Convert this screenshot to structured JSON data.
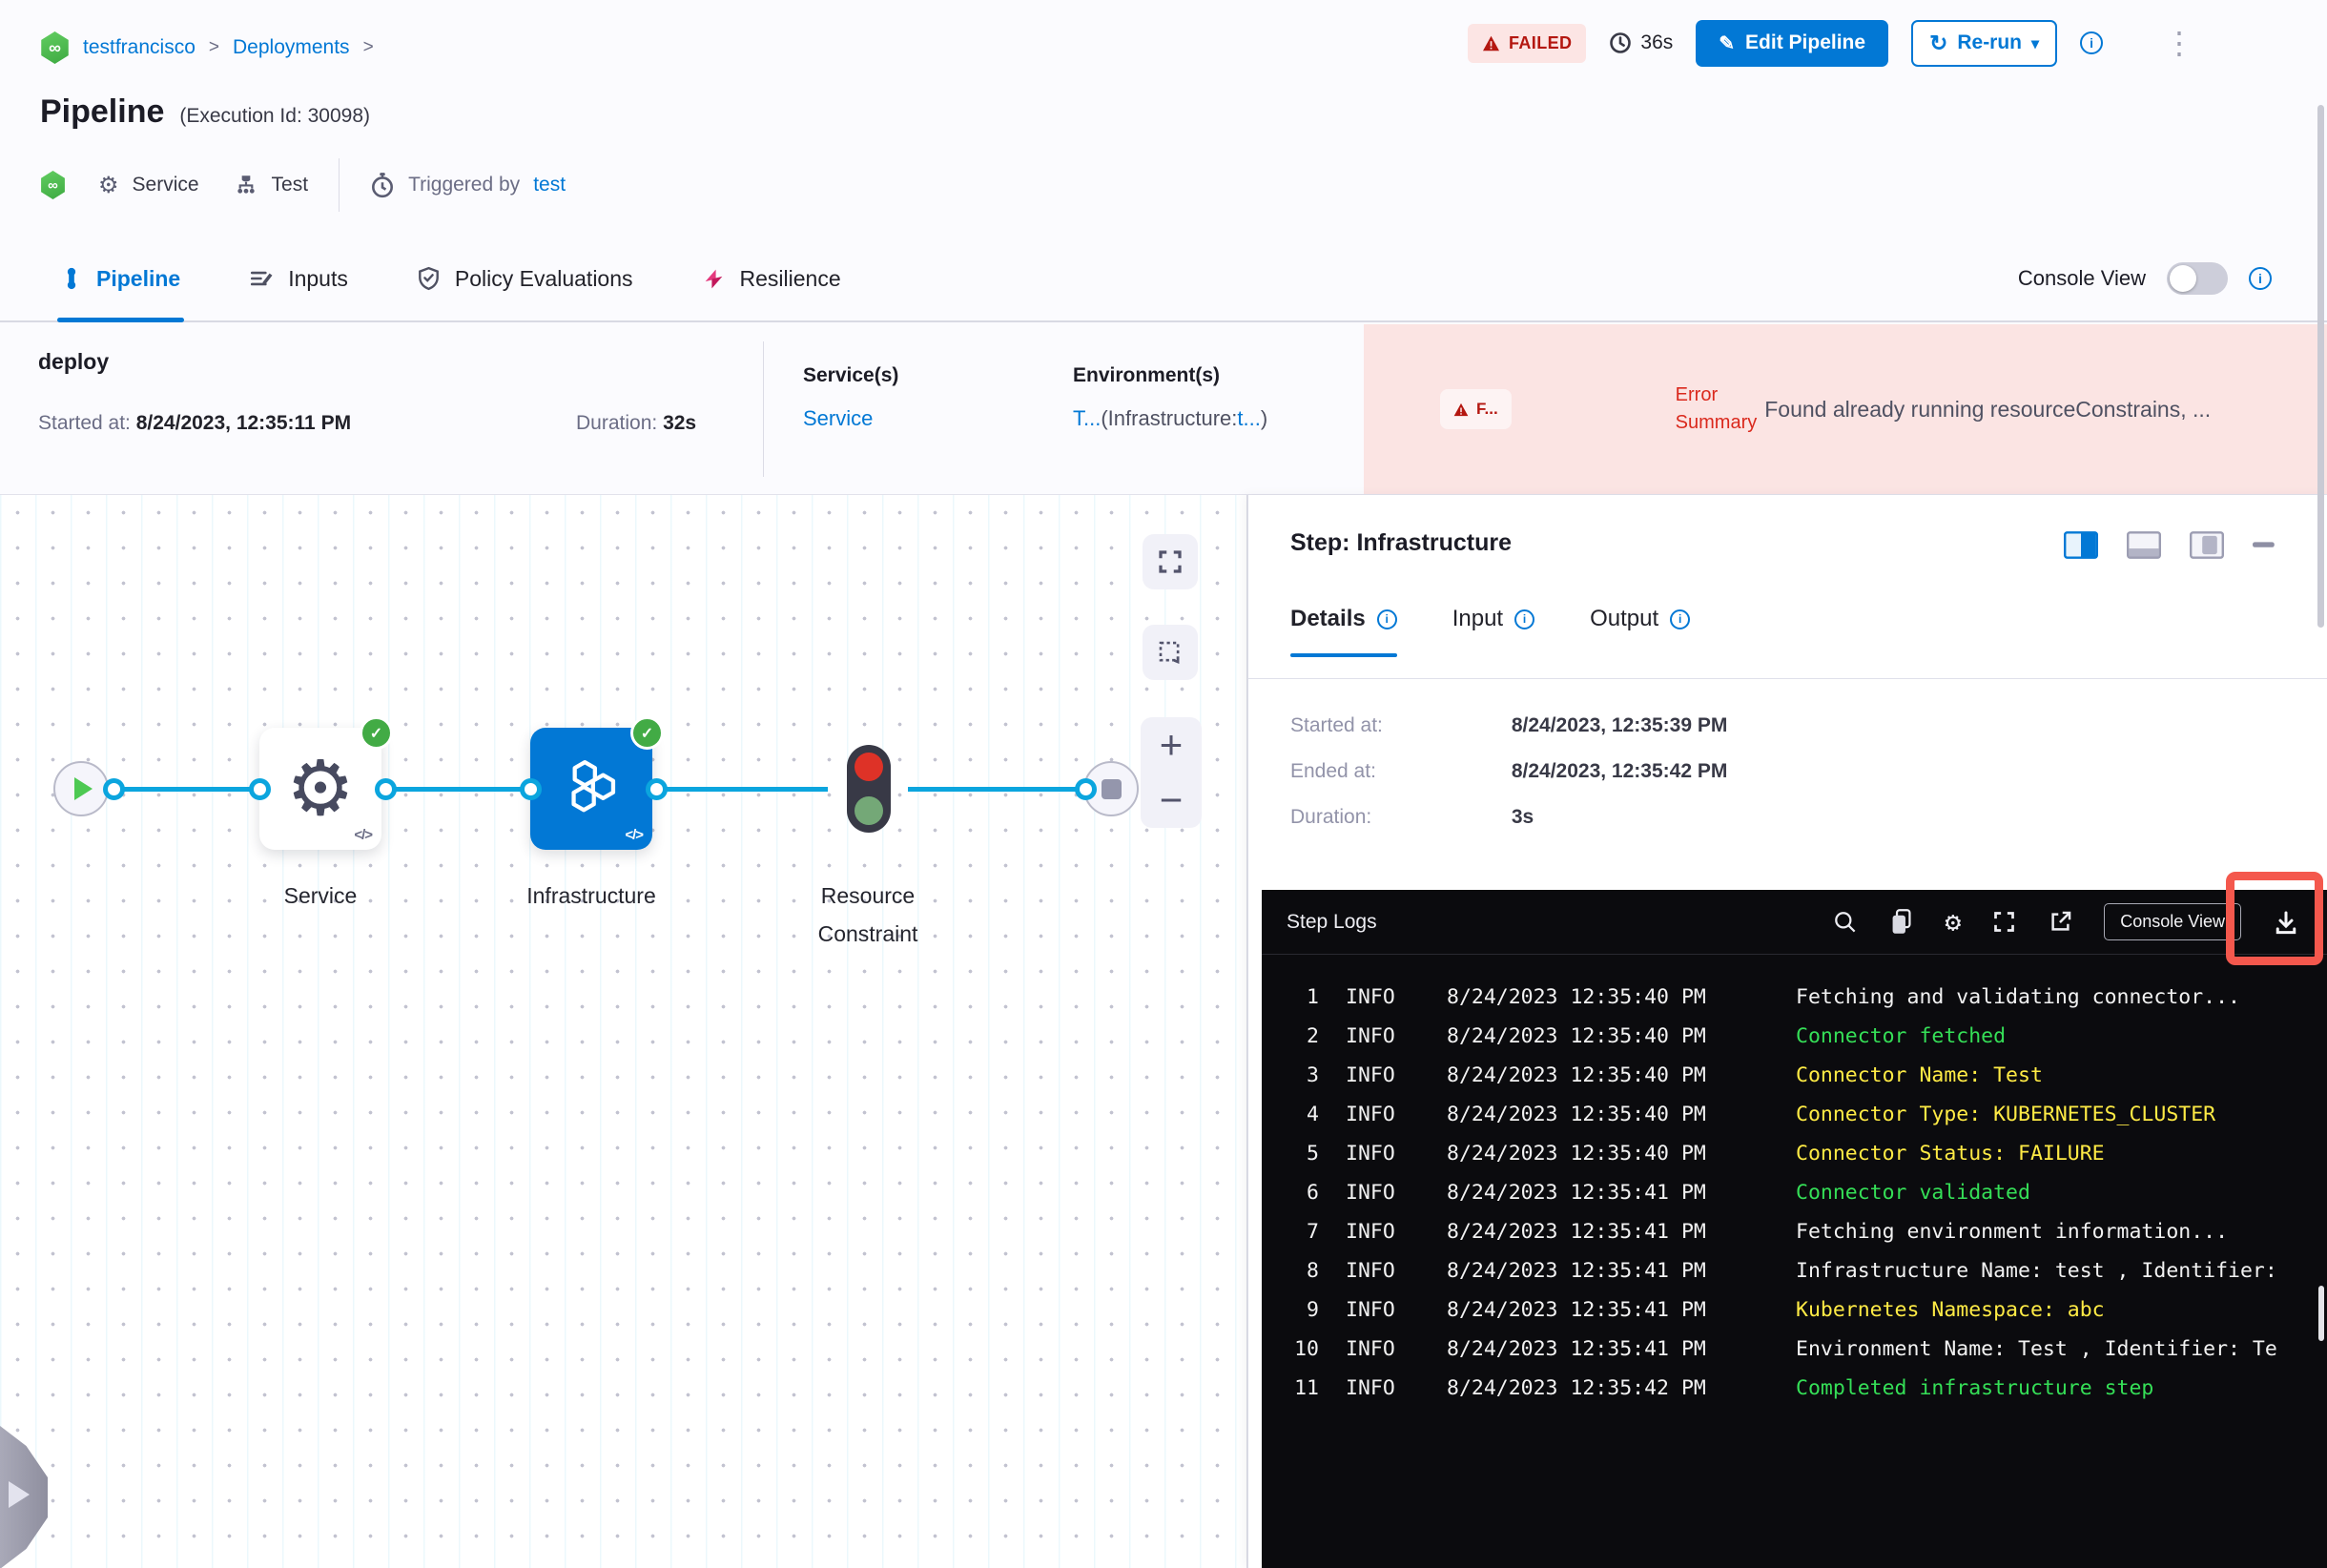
{
  "breadcrumb": {
    "project": "testfrancisco",
    "section": "Deployments",
    "sep": ">"
  },
  "topbar": {
    "status": "FAILED",
    "duration": "36s",
    "edit_label": "Edit Pipeline",
    "rerun_label": "Re-run"
  },
  "title": {
    "name": "Pipeline",
    "execution": "(Execution Id: 30098)",
    "service": "Service",
    "test": "Test",
    "triggered_label": "Triggered by",
    "triggered_user": "test"
  },
  "tabs": {
    "pipeline": "Pipeline",
    "inputs": "Inputs",
    "policy": "Policy Evaluations",
    "resilience": "Resilience",
    "console_view": "Console View"
  },
  "stage": {
    "name": "deploy",
    "started_label": "Started at:",
    "started": "8/24/2023, 12:35:11 PM",
    "duration_label": "Duration:",
    "duration": "32s",
    "services_label": "Service(s)",
    "service_link": "Service",
    "environments_label": "Environment(s)",
    "env_a": "T...",
    "env_b": "(Infrastructure:",
    "env_c": "t...",
    "env_d": ")"
  },
  "error": {
    "badge": "F...",
    "label_1": "Error",
    "label_2": "Summary",
    "message": "Found already running resourceConstrains, ..."
  },
  "graph": {
    "node_1": "Service",
    "node_2": "Infrastructure",
    "node_3_line1": "Resource",
    "node_3_line2": "Constraint"
  },
  "panel": {
    "title": "Step: Infrastructure",
    "tab_details": "Details",
    "tab_input": "Input",
    "tab_output": "Output",
    "started_label": "Started at:",
    "started": "8/24/2023, 12:35:39 PM",
    "ended_label": "Ended at:",
    "ended": "8/24/2023, 12:35:42 PM",
    "duration_label": "Duration:",
    "duration": "3s"
  },
  "logs": {
    "title": "Step Logs",
    "console_view": "Console View",
    "lines": [
      {
        "num": "1",
        "level": "INFO",
        "time": "8/24/2023 12:35:40 PM",
        "msg": "Fetching and validating connector...",
        "color": "white"
      },
      {
        "num": "2",
        "level": "INFO",
        "time": "8/24/2023 12:35:40 PM",
        "msg": "Connector fetched",
        "color": "green"
      },
      {
        "num": "3",
        "level": "INFO",
        "time": "8/24/2023 12:35:40 PM",
        "msg": "Connector Name: Test",
        "color": "yellow"
      },
      {
        "num": "4",
        "level": "INFO",
        "time": "8/24/2023 12:35:40 PM",
        "msg": "Connector Type: KUBERNETES_CLUSTER",
        "color": "yellow"
      },
      {
        "num": "5",
        "level": "INFO",
        "time": "8/24/2023 12:35:40 PM",
        "msg": "Connector Status: FAILURE",
        "color": "yellow"
      },
      {
        "num": "6",
        "level": "INFO",
        "time": "8/24/2023 12:35:41 PM",
        "msg": "Connector validated",
        "color": "green"
      },
      {
        "num": "7",
        "level": "INFO",
        "time": "8/24/2023 12:35:41 PM",
        "msg": "Fetching environment information...",
        "color": "white"
      },
      {
        "num": "8",
        "level": "INFO",
        "time": "8/24/2023 12:35:41 PM",
        "msg": "Infrastructure Name: test , Identifier:",
        "color": "white"
      },
      {
        "num": "9",
        "level": "INFO",
        "time": "8/24/2023 12:35:41 PM",
        "msg": "Kubernetes Namespace: abc",
        "color": "yellow"
      },
      {
        "num": "10",
        "level": "INFO",
        "time": "8/24/2023 12:35:41 PM",
        "msg": "Environment Name: Test , Identifier: Te",
        "color": "white"
      },
      {
        "num": "11",
        "level": "INFO",
        "time": "8/24/2023 12:35:42 PM",
        "msg": "Completed infrastructure step",
        "color": "green"
      }
    ]
  },
  "colors": {
    "accent": "#0278D5",
    "failed_red": "#B41710",
    "success_green": "#42AB45",
    "log_green": "#35DF57",
    "log_yellow": "#FFEB45",
    "annotation_red": "#F4584D",
    "error_band_bg": "#FBE4E3",
    "connector_blue": "#0BA5DE"
  }
}
